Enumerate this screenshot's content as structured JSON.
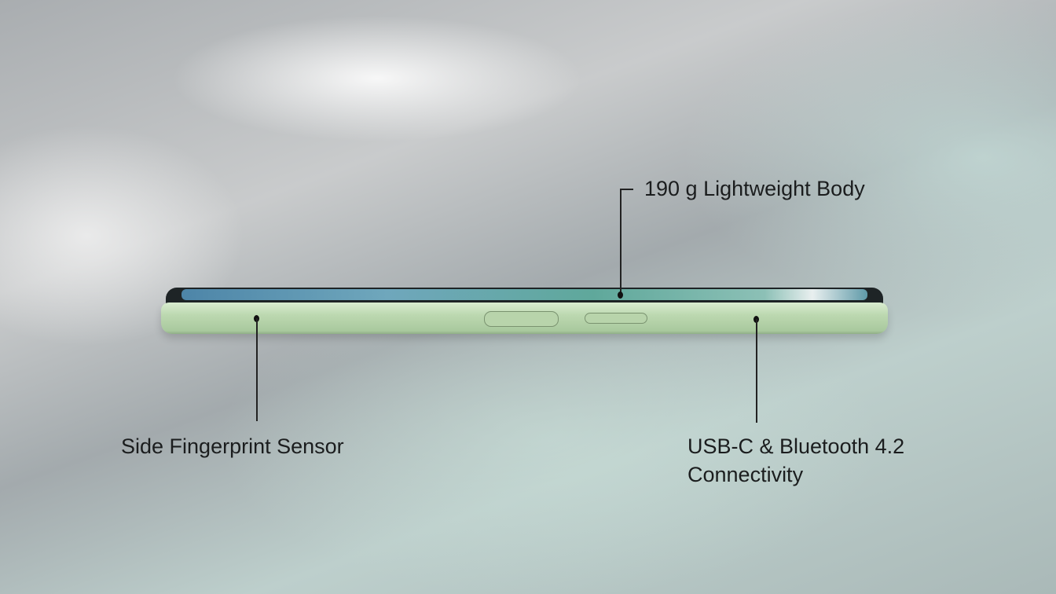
{
  "callouts": {
    "top": "190 g Lightweight Body",
    "left": "Side Fingerprint Sensor",
    "right_line1": "USB-C & Bluetooth 4.2",
    "right_line2": "Connectivity"
  },
  "colors": {
    "phone_body": "#bcd8b0",
    "text": "#1b1d1e"
  }
}
